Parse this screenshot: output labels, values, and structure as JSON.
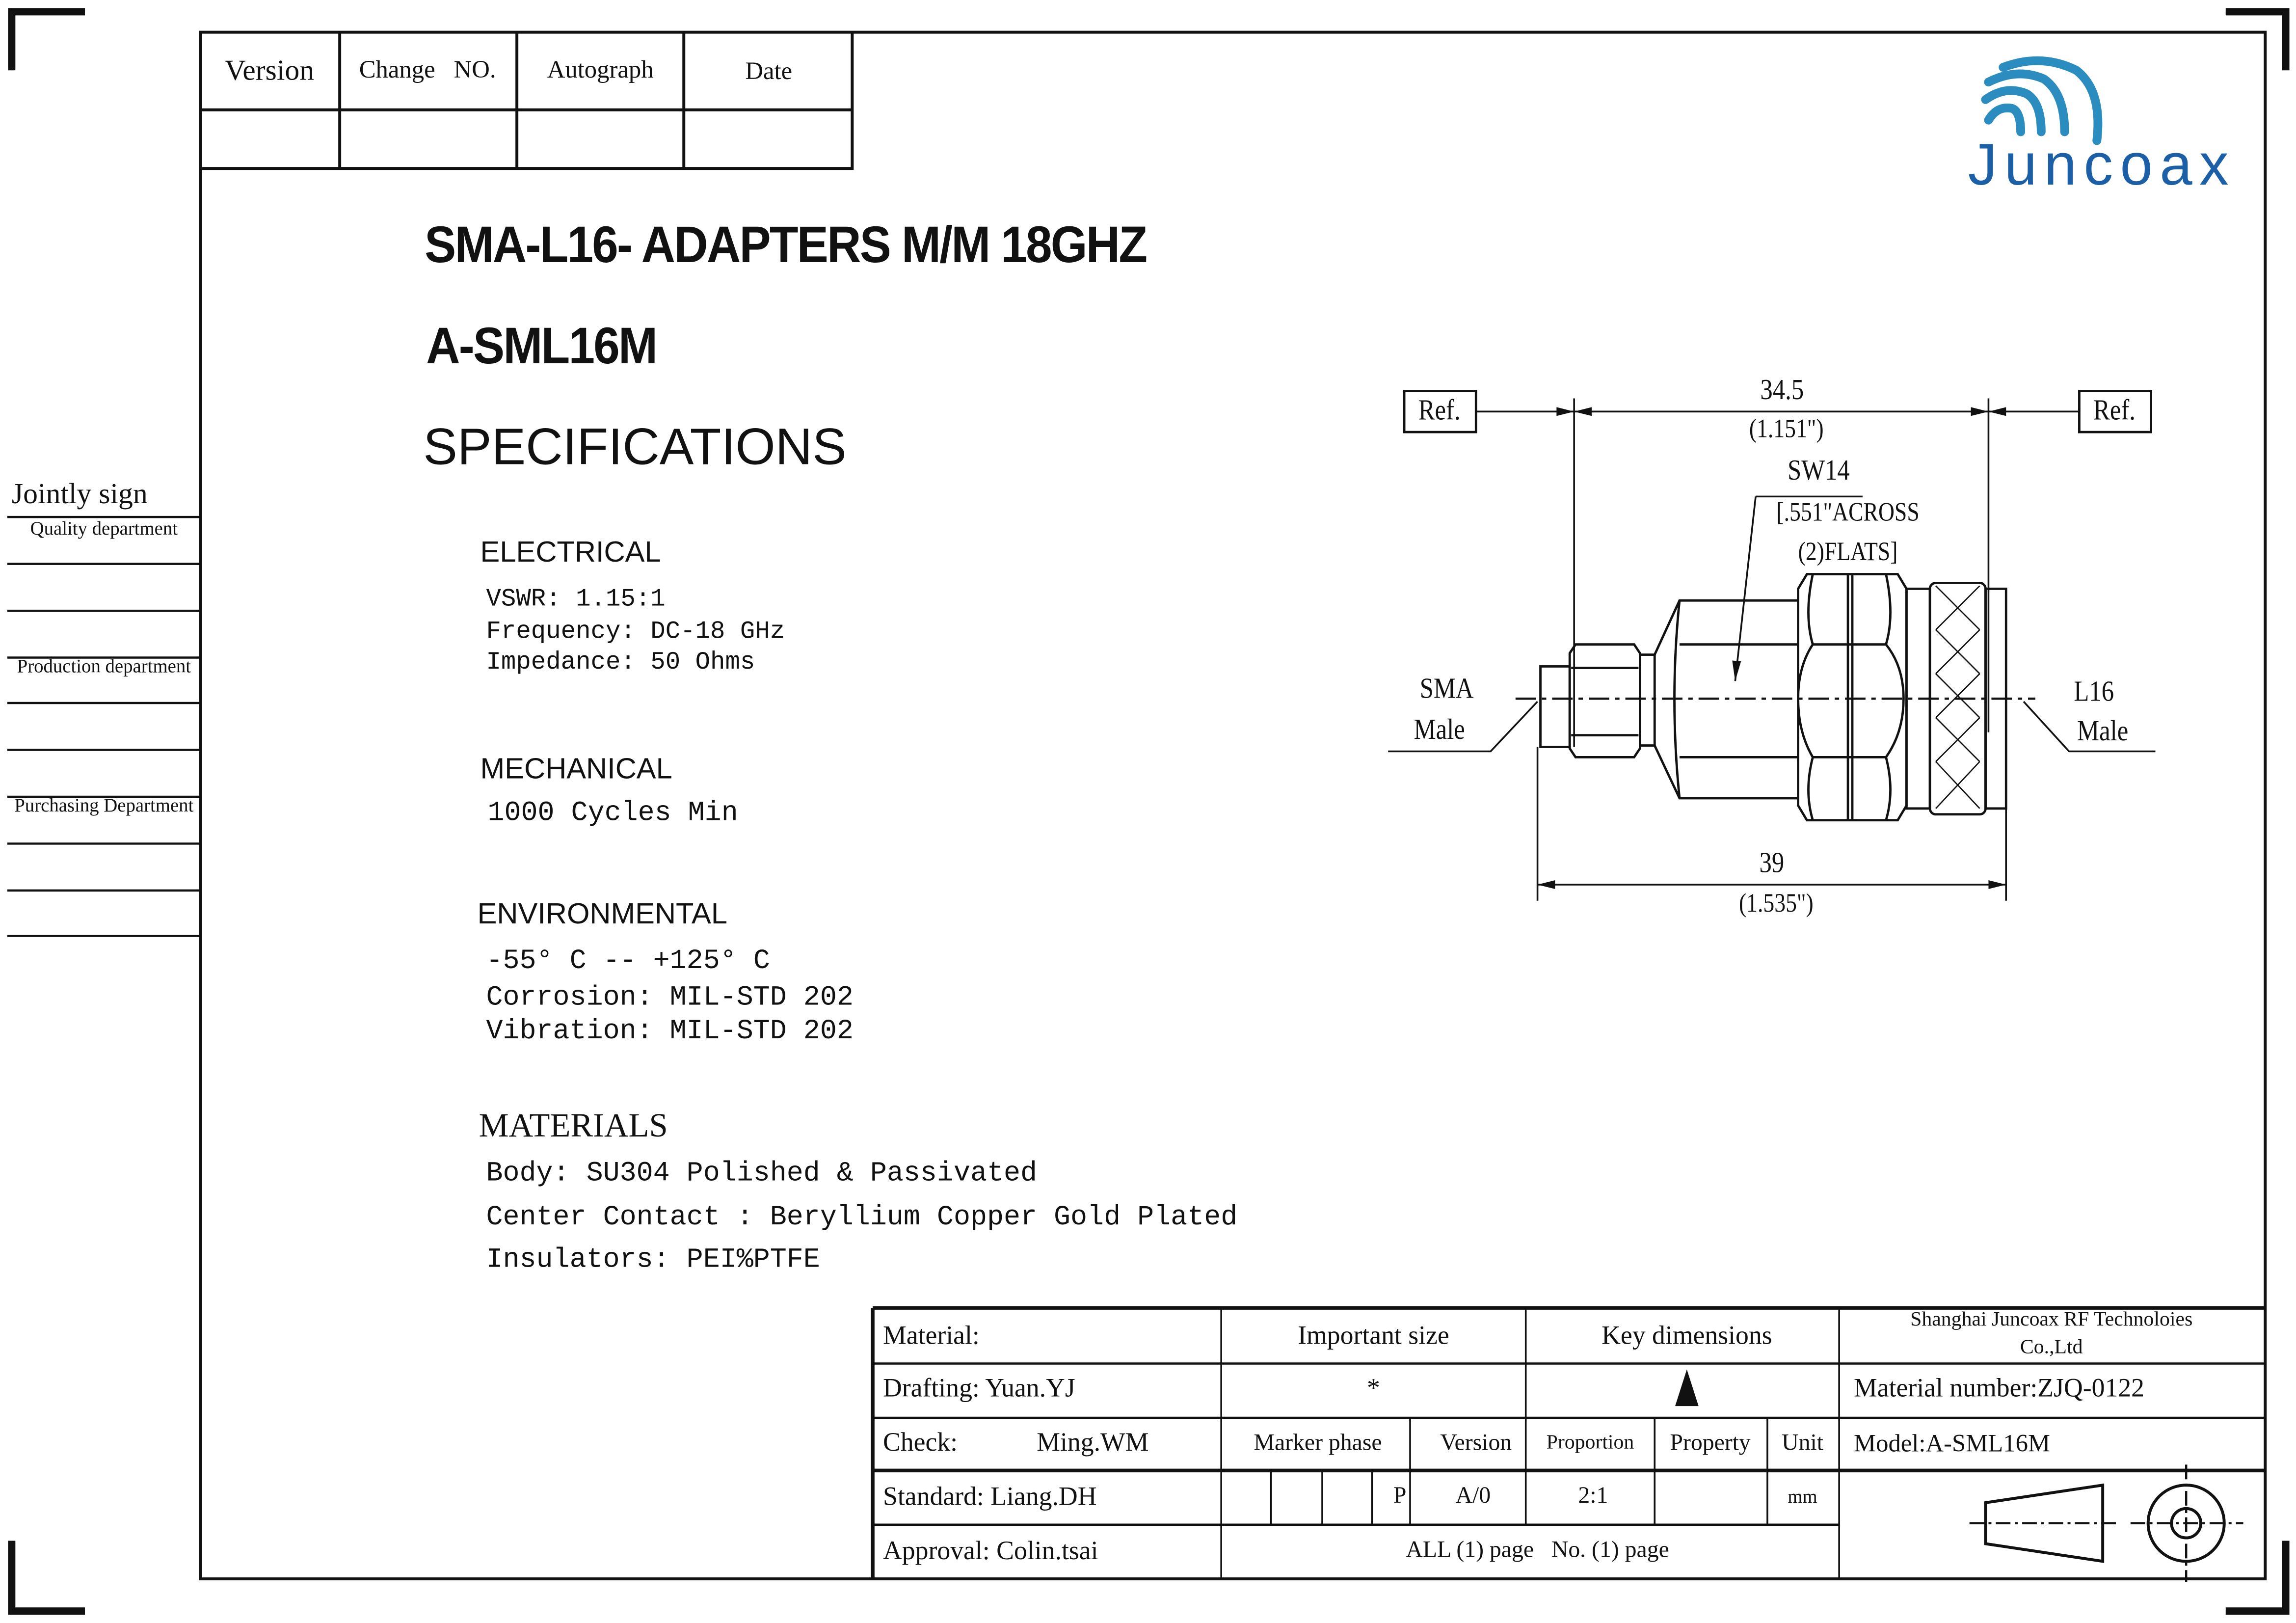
{
  "revision_table": {
    "headers": [
      "Version",
      "Change   NO.",
      "Autograph",
      "Date"
    ]
  },
  "logo": {
    "text": "Juncoax",
    "color": "#1b5fa6",
    "wave_color": "#2b8cbf"
  },
  "title": {
    "product": "SMA-L16- ADAPTERS  M/M 18GHZ",
    "part_number": "A-SML16M",
    "heading": "SPECIFICATIONS"
  },
  "specs": {
    "electrical": {
      "heading": "ELECTRICAL",
      "lines": [
        "VSWR:  1.15:1",
        "Frequency: DC-18 GHz",
        "Impedance: 50 Ohms"
      ]
    },
    "mechanical": {
      "heading": "MECHANICAL",
      "lines": [
        "1000 Cycles Min"
      ]
    },
    "environmental": {
      "heading": "ENVIRONMENTAL",
      "lines": [
        "-55° C -- +125° C",
        "Corrosion: MIL-STD 202",
        "Vibration: MIL-STD 202"
      ]
    },
    "materials": {
      "heading": "MATERIALS",
      "lines": [
        "Body: SU304 Polished & Passivated",
        "Center Contact : Beryllium Copper Gold Plated",
        "Insulators: PEI%PTFE"
      ]
    }
  },
  "jointly_sign": {
    "label": "Jointly sign",
    "departments": [
      "Quality department",
      "Production department",
      "Purchasing Department"
    ]
  },
  "drawing": {
    "ref_left": "Ref.",
    "ref_right": "Ref.",
    "dim_top_mm": "34.5",
    "dim_top_in": "(1.151\")",
    "wrench": "SW14",
    "wrench_note_1": "[.551\"ACROSS",
    "wrench_note_2": "(2)FLATS]",
    "left_label_1": "SMA",
    "left_label_2": "Male",
    "right_label_1": "L16",
    "right_label_2": "Male",
    "dim_bottom_mm": "39",
    "dim_bottom_in": "(1.535\")"
  },
  "title_block": {
    "material": "Material:",
    "drafting": "Drafting: Yuan.YJ",
    "check_label": "Check:",
    "check_name": "Ming.WM",
    "standard": "Standard: Liang.DH",
    "approval": "Approval: Colin.tsai",
    "important_size": "Important size",
    "important_symbol": "*",
    "key_dimensions": "Key dimensions",
    "marker_phase": "Marker phase",
    "version": "Version",
    "proportion": "Proportion",
    "property": "Property",
    "unit": "Unit",
    "phase_value": "P",
    "version_value": "A/0",
    "proportion_value": "2:1",
    "unit_value": "mm",
    "pages": "ALL (1) page   No. (1) page",
    "company_1": "Shanghai Juncoax RF Technoloies",
    "company_2": "Co.,Ltd",
    "material_number": "Material number:ZJQ-0122",
    "model": "Model:A-SML16M"
  }
}
